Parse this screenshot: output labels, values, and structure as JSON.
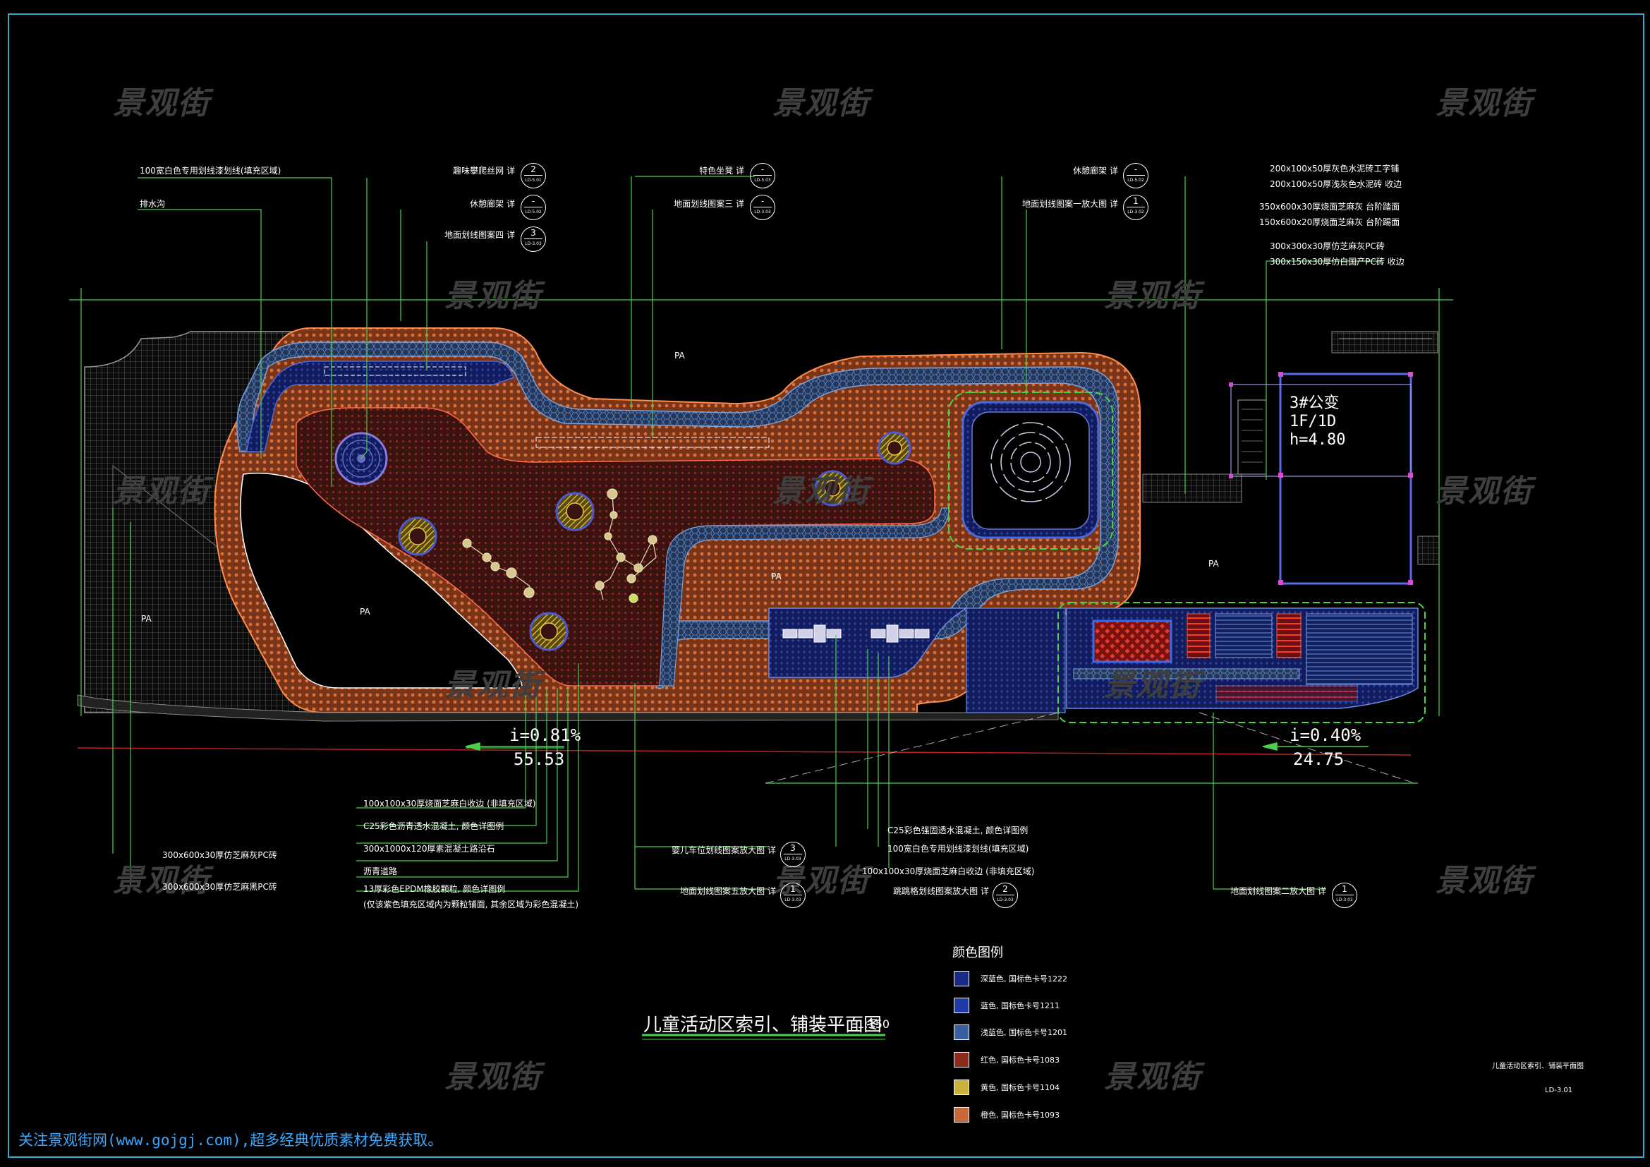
{
  "watermark": "景观街",
  "drawing": {
    "title": "儿童活动区索引、铺装平面图",
    "scale": "1:150",
    "sheet_title": "儿童活动区索引、铺装平面图",
    "sheet_no": "LD-3.01"
  },
  "building": {
    "name": "3#公变",
    "floors": "1F/1D",
    "height": "h=4.80"
  },
  "slopes": {
    "left_slope": "i=0.81%",
    "left_length": "55.53",
    "right_slope": "i=0.40%",
    "right_length": "24.75"
  },
  "pa_label": "PA",
  "callouts": {
    "top_left": {
      "paint_line": "100宽白色专用划线漆划线(填充区域)",
      "drain": "排水沟"
    },
    "top_mid_left": [
      {
        "text": "趣味攀爬丝网  详",
        "num": "2",
        "sheet": "LD-5.01"
      },
      {
        "text": "休憩廊架  详",
        "num": "-",
        "sheet": "LD-5.02"
      },
      {
        "text": "地面划线图案四  详",
        "num": "3",
        "sheet": "LD-3.03"
      }
    ],
    "top_mid": [
      {
        "text": "特色坐凳  详",
        "num": "-",
        "sheet": "LD-5.03"
      },
      {
        "text": "地面划线图案三  详",
        "num": "-",
        "sheet": "LD-3.03"
      }
    ],
    "top_right_mid": [
      {
        "text": "休憩廊架  详",
        "num": "-",
        "sheet": "LD-5.02"
      },
      {
        "text": "地面划线图案一放大图  详",
        "num": "1",
        "sheet": "LD-3.02"
      }
    ],
    "top_right": [
      "200x100x50厚灰色水泥砖工字铺",
      "200x100x50厚浅灰色水泥砖 收边",
      "350x600x30厚烧面芝麻灰 台阶踏面",
      "150x600x20厚烧面芝麻灰 台阶踢面",
      "300x300x30厚仿芝麻灰PC砖",
      "300x150x30厚仿白国产PC砖 收边"
    ],
    "bottom_far_left": [
      "300x600x30厚仿芝麻灰PC砖",
      "300x600x30厚仿芝麻黑PC砖"
    ],
    "bottom_left": [
      "100x100x30厚烧面芝麻白收边 (非填充区域)",
      "C25彩色沥青透水混凝土, 颜色详图例",
      "300x1000x120厚素混凝土路沿石",
      "沥青道路",
      "13厚彩色EPDM橡胶颗粒, 颜色详图例",
      "(仅该紫色填充区域内为颗粒铺面, 其余区域为彩色混凝土)"
    ],
    "bottom_mid": [
      {
        "text": "婴儿车位划线图案放大图  详",
        "num": "3",
        "sheet": "LD-3.03"
      },
      {
        "text": "地面划线图案五放大图  详",
        "num": "1",
        "sheet": "LD-3.03"
      }
    ],
    "bottom_mid_right": [
      "C25彩色强固透水混凝土, 颜色详图例",
      "100宽白色专用划线漆划线(填充区域)",
      "100x100x30厚烧面芝麻白收边 (非填充区域)"
    ],
    "bottom_mid_right_ref": {
      "text": "跳跳格划线图案放大图  详",
      "num": "2",
      "sheet": "LD-3.03"
    },
    "bottom_right_ref": {
      "text": "地面划线图案二放大图  详",
      "num": "1",
      "sheet": "LD-3.03"
    }
  },
  "legend": {
    "title": "颜色图例",
    "items": [
      {
        "color": "#1a2a88",
        "label": "深蓝色, 国标色卡号1222"
      },
      {
        "color": "#1f3aa8",
        "label": "蓝色, 国标色卡号1211"
      },
      {
        "color": "#3a5fa0",
        "label": "浅蓝色, 国标色卡号1201"
      },
      {
        "color": "#8c2a1c",
        "label": "红色, 国标色卡号1083"
      },
      {
        "color": "#c9b23a",
        "label": "黄色, 国标色卡号1104"
      },
      {
        "color": "#c8683a",
        "label": "橙色, 国标色卡号1093"
      }
    ]
  },
  "footer": "关注景观街网(www.gojgj.com),超多经典优质素材免费获取。"
}
